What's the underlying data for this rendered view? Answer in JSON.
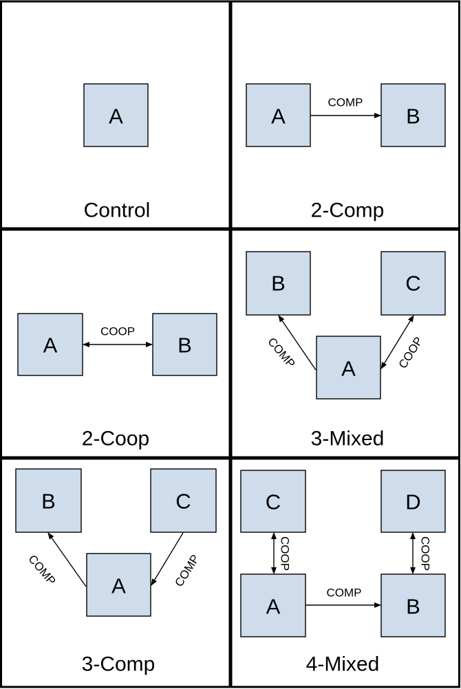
{
  "panels": [
    {
      "title": "Control",
      "nodes": [
        "A"
      ],
      "edges": []
    },
    {
      "title": "2-Comp",
      "nodes": [
        "A",
        "B"
      ],
      "edges": [
        {
          "from": "A",
          "to": "B",
          "label": "COMP",
          "direction": "one-way"
        }
      ]
    },
    {
      "title": "2-Coop",
      "nodes": [
        "A",
        "B"
      ],
      "edges": [
        {
          "from": "A",
          "to": "B",
          "label": "COOP",
          "direction": "two-way"
        }
      ]
    },
    {
      "title": "3-Mixed",
      "nodes": [
        "B",
        "C",
        "A"
      ],
      "edges": [
        {
          "from": "A",
          "to": "B",
          "label": "COMP",
          "direction": "one-way"
        },
        {
          "from": "A",
          "to": "C",
          "label": "COOP",
          "direction": "two-way"
        }
      ]
    },
    {
      "title": "3-Comp",
      "nodes": [
        "B",
        "C",
        "A"
      ],
      "edges": [
        {
          "from": "A",
          "to": "B",
          "label": "COMP",
          "direction": "one-way"
        },
        {
          "from": "C",
          "to": "A",
          "label": "COMP",
          "direction": "one-way"
        }
      ]
    },
    {
      "title": "4-Mixed",
      "nodes": [
        "C",
        "D",
        "A",
        "B"
      ],
      "edges": [
        {
          "from": "A",
          "to": "C",
          "label": "COOP",
          "direction": "two-way"
        },
        {
          "from": "B",
          "to": "D",
          "label": "COOP",
          "direction": "two-way"
        },
        {
          "from": "A",
          "to": "B",
          "label": "COMP",
          "direction": "one-way"
        }
      ]
    }
  ],
  "colors": {
    "node_fill": "#cfdcec",
    "stroke": "#000000",
    "background": "#ffffff"
  }
}
